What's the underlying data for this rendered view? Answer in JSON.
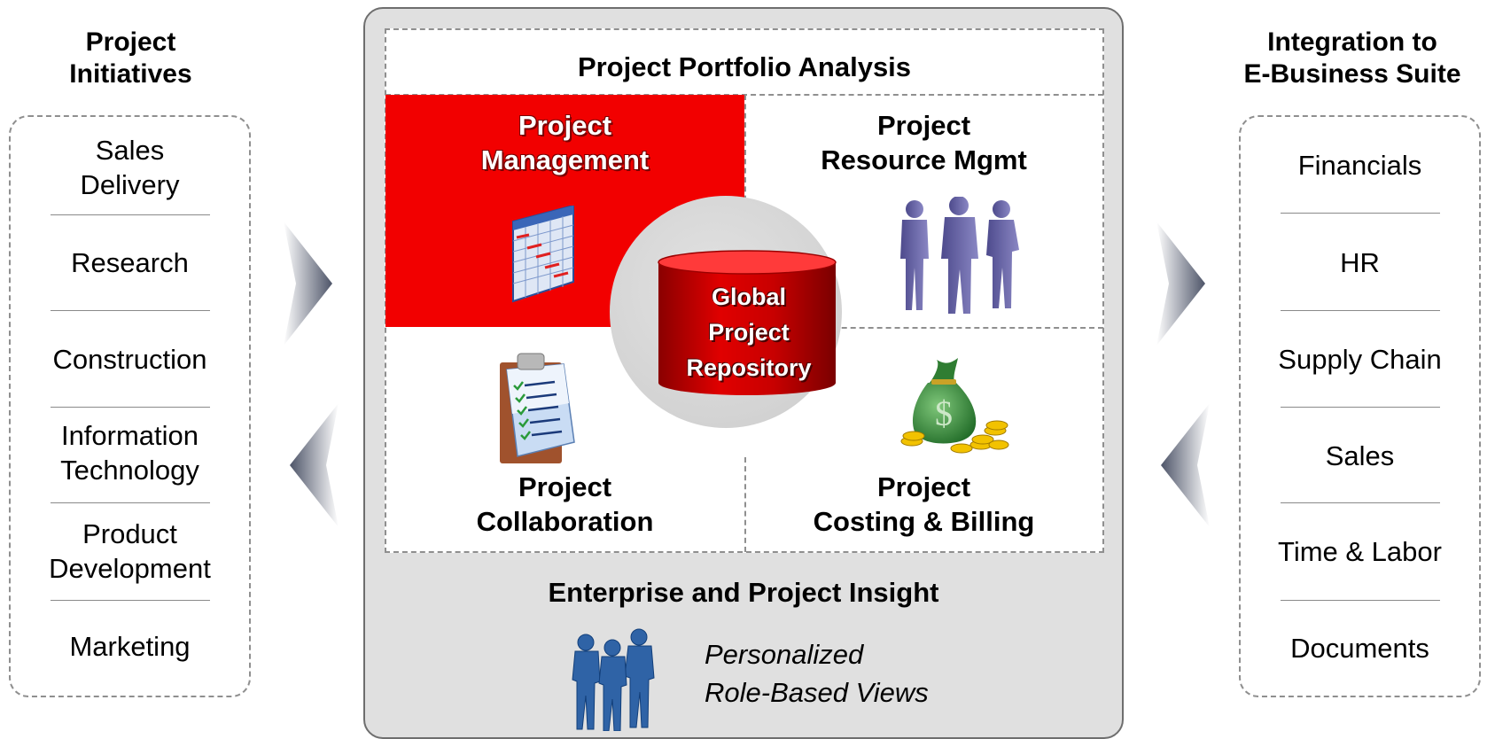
{
  "left": {
    "title": "Project\nInitiatives",
    "items": [
      "Sales\nDelivery",
      "Research",
      "Construction",
      "Information\nTechnology",
      "Product\nDevelopment",
      "Marketing"
    ]
  },
  "right": {
    "title": "Integration to\nE-Business Suite",
    "items": [
      "Financials",
      "HR",
      "Supply Chain",
      "Sales",
      "Time & Labor",
      "Documents"
    ]
  },
  "center": {
    "portfolio": "Project Portfolio Analysis",
    "management": "Project\nManagement",
    "resource": "Project\nResource Mgmt",
    "collaboration": "Project\nCollaboration",
    "costing": "Project\nCosting & Billing",
    "repository": "Global\nProject\nRepository",
    "insight": "Enterprise and Project Insight",
    "views": "Personalized\nRole-Based Views"
  },
  "icons": {
    "management": "gantt-chart-icon",
    "resource": "people-silhouettes-icon",
    "collaboration": "clipboard-checklist-icon",
    "costing": "money-bag-icon",
    "insight": "people-group-icon",
    "repository": "database-cylinder-icon"
  },
  "colors": {
    "accent_red": "#f20000",
    "panel_gray": "#e0e0e0",
    "people_purple": "#5e5a9a",
    "people_blue": "#2f63a6"
  }
}
